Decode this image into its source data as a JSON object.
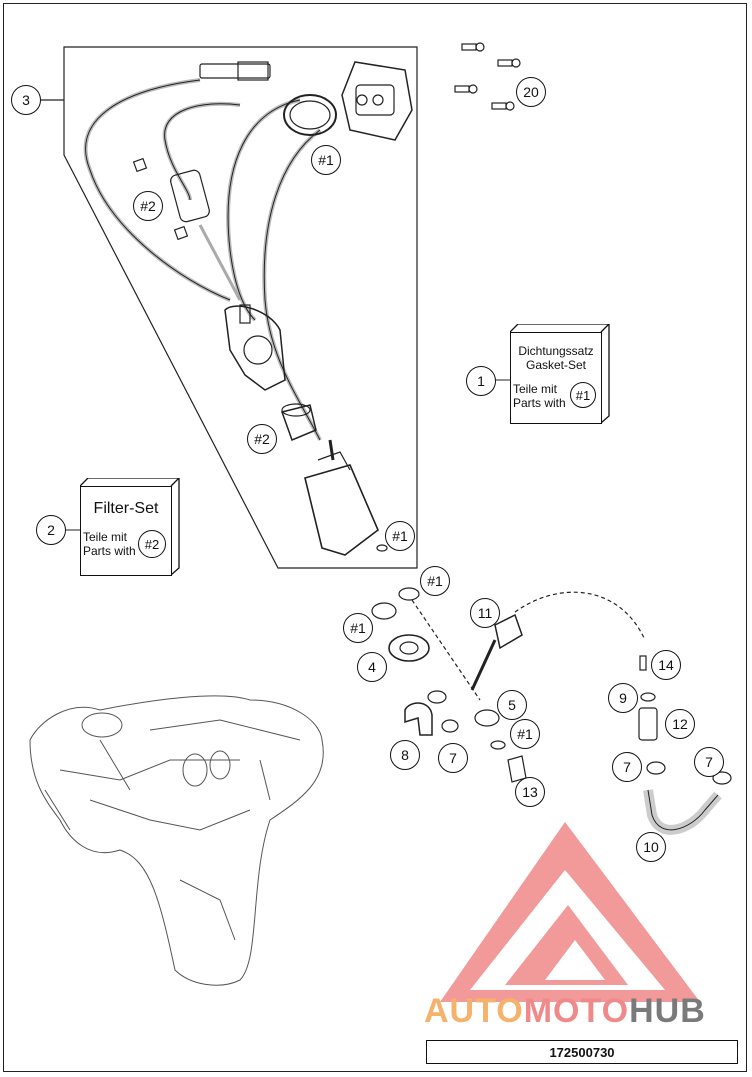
{
  "callouts": {
    "c1": "1",
    "c2": "2",
    "c3": "3",
    "c4": "4",
    "c5": "5",
    "c7a": "7",
    "c7b": "7",
    "c7c": "7",
    "c8": "8",
    "c9": "9",
    "c10": "10",
    "c11": "11",
    "c12": "12",
    "c13": "13",
    "c14": "14",
    "c20": "20",
    "h1_tank_ring": "#1",
    "h2_filter": "#2",
    "h2_sleeve": "#2",
    "h1_pump": "#1",
    "h1_oring_a": "#1",
    "h1_oring_b": "#1",
    "h1_flange": "#1"
  },
  "gasket_set": {
    "title_de": "Dichtungssatz",
    "title_en": "Gasket-Set",
    "parts_de": "Teile mit",
    "parts_en": "Parts with",
    "marker": "#1"
  },
  "filter_set": {
    "title": "Filter-Set",
    "parts_de": "Teile mit",
    "parts_en": "Parts with",
    "marker": "#2"
  },
  "part_number": "172500730",
  "watermark": {
    "auto": "AUTO",
    "moto": "MOTO",
    "hub": "HUB",
    "colors": {
      "auto": "#f6b16a",
      "moto": "#f08a8a",
      "hub": "#7a7a7a",
      "triangle": "#ee7777"
    }
  }
}
